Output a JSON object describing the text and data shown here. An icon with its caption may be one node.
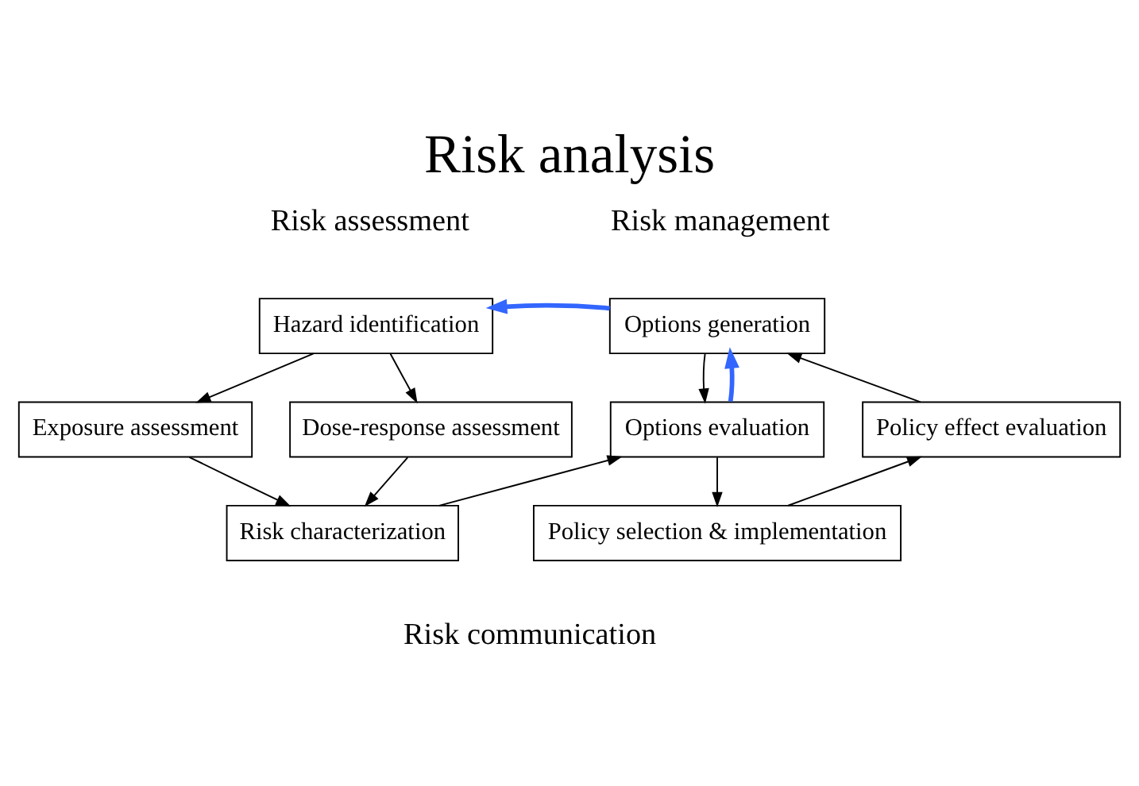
{
  "diagram": {
    "title": "Risk analysis",
    "nodes": [
      {
        "text": [
          "Hazard identification"
        ]
      },
      {
        "text": [
          "Exposure assessment"
        ]
      },
      {
        "text": [
          "Dose-response assessment"
        ]
      },
      {
        "text": [
          "Risk characterization"
        ]
      },
      {
        "text": [
          "Options generation"
        ]
      },
      {
        "text": [
          "Options evaluation"
        ]
      },
      {
        "text": [
          "Policy selection & implementation"
        ]
      },
      {
        "text": [
          "Policy effect evaluation"
        ]
      }
    ],
    "edges": [
      {
        "from": 0,
        "to": 1,
        "arrow": "to"
      },
      {
        "from": 0,
        "to": 2,
        "arrow": "to"
      },
      {
        "from": 1,
        "to": 3,
        "arrow": "to"
      },
      {
        "from": 2,
        "to": 3,
        "arrow": "to"
      },
      {
        "from": 3,
        "to": 5,
        "arrow": "to"
      },
      {
        "from": 4,
        "to": 0,
        "arrow": "to",
        "style": "thick",
        "color": "#3366ff"
      },
      {
        "from": 5,
        "to": 4,
        "arrow": "to",
        "style": "thick",
        "color": "#3366ff"
      },
      {
        "from": 4,
        "to": 5,
        "arrow": "to"
      },
      {
        "from": 5,
        "to": 6,
        "arrow": "to"
      },
      {
        "from": 6,
        "to": 7,
        "arrow": "to"
      },
      {
        "from": 7,
        "to": 4,
        "arrow": "to"
      }
    ],
    "labels": [
      "Risk assessment",
      "Risk management",
      "Risk communication"
    ]
  }
}
